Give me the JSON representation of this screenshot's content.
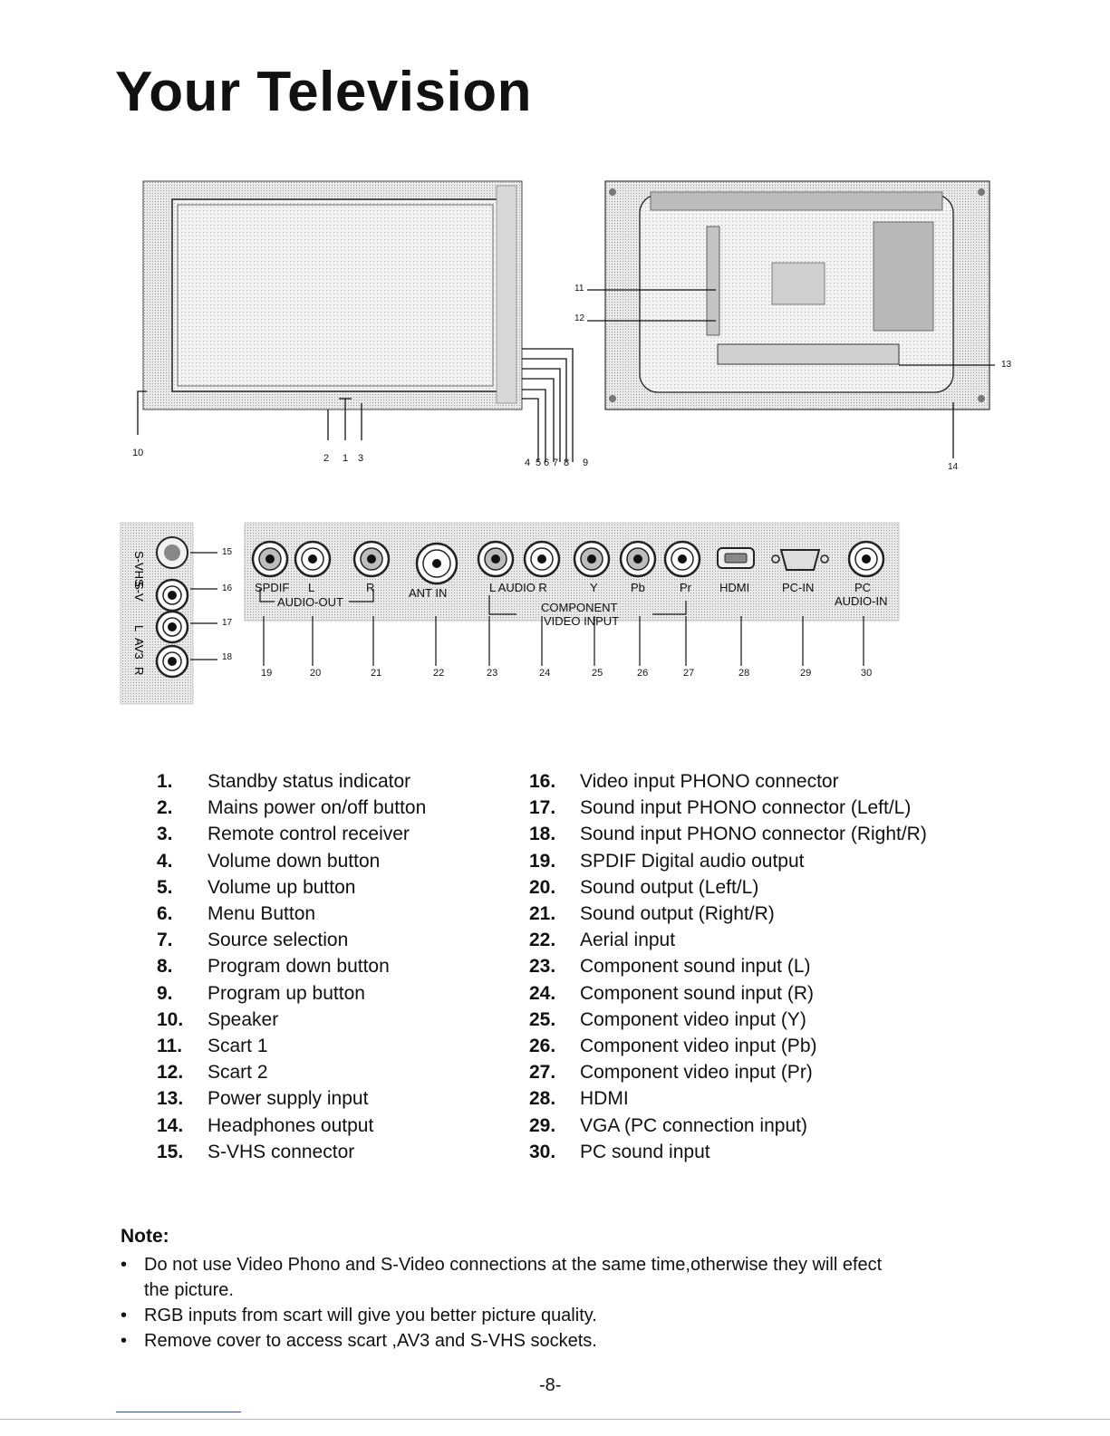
{
  "title": "Your Television",
  "front_callouts": [
    "10",
    "2",
    "1",
    "3",
    "4",
    "5",
    "6",
    "7",
    "8",
    "9"
  ],
  "back_callouts": [
    "11",
    "12",
    "13",
    "14"
  ],
  "side_panel": {
    "vertical_labels": [
      "S-VHS",
      "S-V",
      "L",
      "AV3",
      "R"
    ],
    "callouts": [
      "15",
      "16",
      "17",
      "18"
    ]
  },
  "connector_panel": {
    "labels": {
      "spdif": "SPDIF",
      "l": "L",
      "r": "R",
      "audio_out": "AUDIO-OUT",
      "ant_in": "ANT IN",
      "audio_lr": "L AUDIO R",
      "y": "Y",
      "pb": "Pb",
      "pr": "Pr",
      "component": "COMPONENT",
      "video_input": "VIDEO INPUT",
      "hdmi": "HDMI",
      "pc_in": "PC-IN",
      "pc": "PC",
      "audio_in": "AUDIO-IN"
    },
    "callouts": [
      "19",
      "20",
      "21",
      "22",
      "23",
      "24",
      "25",
      "26",
      "27",
      "28",
      "29",
      "30"
    ]
  },
  "items_left": [
    {
      "num": "1.",
      "text": "Standby status indicator"
    },
    {
      "num": "2.",
      "text": "Mains power on/off button"
    },
    {
      "num": "3.",
      "text": "Remote control receiver"
    },
    {
      "num": "4.",
      "text": "Volume down button"
    },
    {
      "num": "5.",
      "text": "Volume up button"
    },
    {
      "num": "6.",
      "text": "Menu Button"
    },
    {
      "num": "7.",
      "text": "Source selection"
    },
    {
      "num": "8.",
      "text": "Program down button"
    },
    {
      "num": "9.",
      "text": "Program up button"
    },
    {
      "num": "10.",
      "text": "Speaker"
    },
    {
      "num": "11.",
      "text": "Scart 1"
    },
    {
      "num": "12.",
      "text": "Scart 2"
    },
    {
      "num": "13.",
      "text": "Power supply input"
    },
    {
      "num": "14.",
      "text": "Headphones output"
    },
    {
      "num": "15.",
      "text": "S-VHS connector"
    }
  ],
  "items_right": [
    {
      "num": "16.",
      "text": "Video input PHONO connector"
    },
    {
      "num": "17.",
      "text": "Sound input PHONO connector (Left/L)"
    },
    {
      "num": "18.",
      "text": "Sound input PHONO connector (Right/R)"
    },
    {
      "num": "19.",
      "text": "SPDIF Digital audio output"
    },
    {
      "num": "20.",
      "text": "Sound output (Left/L)"
    },
    {
      "num": "21.",
      "text": "Sound output (Right/R)"
    },
    {
      "num": "22.",
      "text": "Aerial input"
    },
    {
      "num": "23.",
      "text": "Component sound input (L)"
    },
    {
      "num": "24.",
      "text": "Component sound input (R)"
    },
    {
      "num": "25.",
      "text": "Component video input (Y)"
    },
    {
      "num": "26.",
      "text": "Component video input (Pb)"
    },
    {
      "num": "27.",
      "text": "Component video input (Pr)"
    },
    {
      "num": "28.",
      "text": "HDMI"
    },
    {
      "num": "29.",
      "text": "VGA (PC connection input)"
    },
    {
      "num": "30.",
      "text": "PC sound input"
    }
  ],
  "note": {
    "heading": "Note:",
    "items": [
      "Do not use Video Phono and S-Video connections at the same time,otherwise they will efect",
      "the picture.",
      "RGB inputs from scart will give you better picture quality.",
      "Remove cover to access scart ,AV3 and S-VHS sockets."
    ]
  },
  "page_number": "-8-"
}
